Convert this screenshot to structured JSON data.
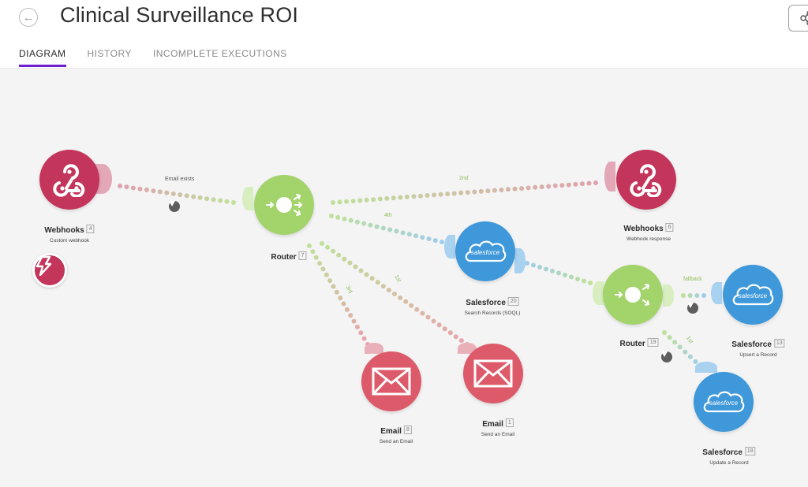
{
  "header": {
    "title": "Clinical Surveillance ROI",
    "tabs": [
      {
        "label": "DIAGRAM",
        "active": true
      },
      {
        "label": "HISTORY",
        "active": false
      },
      {
        "label": "INCOMPLETE EXECUTIONS",
        "active": false
      }
    ],
    "accent_color": "#6d1fd0"
  },
  "colors": {
    "webhooks": "#c4355b",
    "router": "#a3d36b",
    "salesforce": "#3f98da",
    "email": "#dd5a6a",
    "canvas": "#f4f4f4"
  },
  "modules": [
    {
      "id": "webhooks-4",
      "app": "Webhooks",
      "number": "4",
      "action": "Custom webhook",
      "icon": "webhook-icon"
    },
    {
      "id": "router-7",
      "app": "Router",
      "number": "7",
      "action": "",
      "icon": "router-icon"
    },
    {
      "id": "webhooks-6",
      "app": "Webhooks",
      "number": "6",
      "action": "Webhook response",
      "icon": "webhook-icon"
    },
    {
      "id": "salesforce-20",
      "app": "Salesforce",
      "number": "20",
      "action": "Search Records (SOQL)",
      "icon": "salesforce-icon",
      "logo_text": "salesforce"
    },
    {
      "id": "router-19",
      "app": "Router",
      "number": "19",
      "action": "",
      "icon": "router-icon"
    },
    {
      "id": "salesforce-13",
      "app": "Salesforce",
      "number": "13",
      "action": "Upsert a Record",
      "icon": "salesforce-icon",
      "logo_text": "salesforce"
    },
    {
      "id": "salesforce-18",
      "app": "Salesforce",
      "number": "18",
      "action": "Update a Record",
      "icon": "salesforce-icon",
      "logo_text": "salesforce"
    },
    {
      "id": "email-8",
      "app": "Email",
      "number": "8",
      "action": "Send an Email",
      "icon": "envelope-icon"
    },
    {
      "id": "email-1",
      "app": "Email",
      "number": "1",
      "action": "Send an Email",
      "icon": "envelope-icon"
    }
  ],
  "routes": {
    "email_exists": "Email exists",
    "second": "2nd",
    "fourth": "4th",
    "third": "3rd",
    "first": "1st",
    "fallback": "fallback",
    "first_b": "1st"
  }
}
